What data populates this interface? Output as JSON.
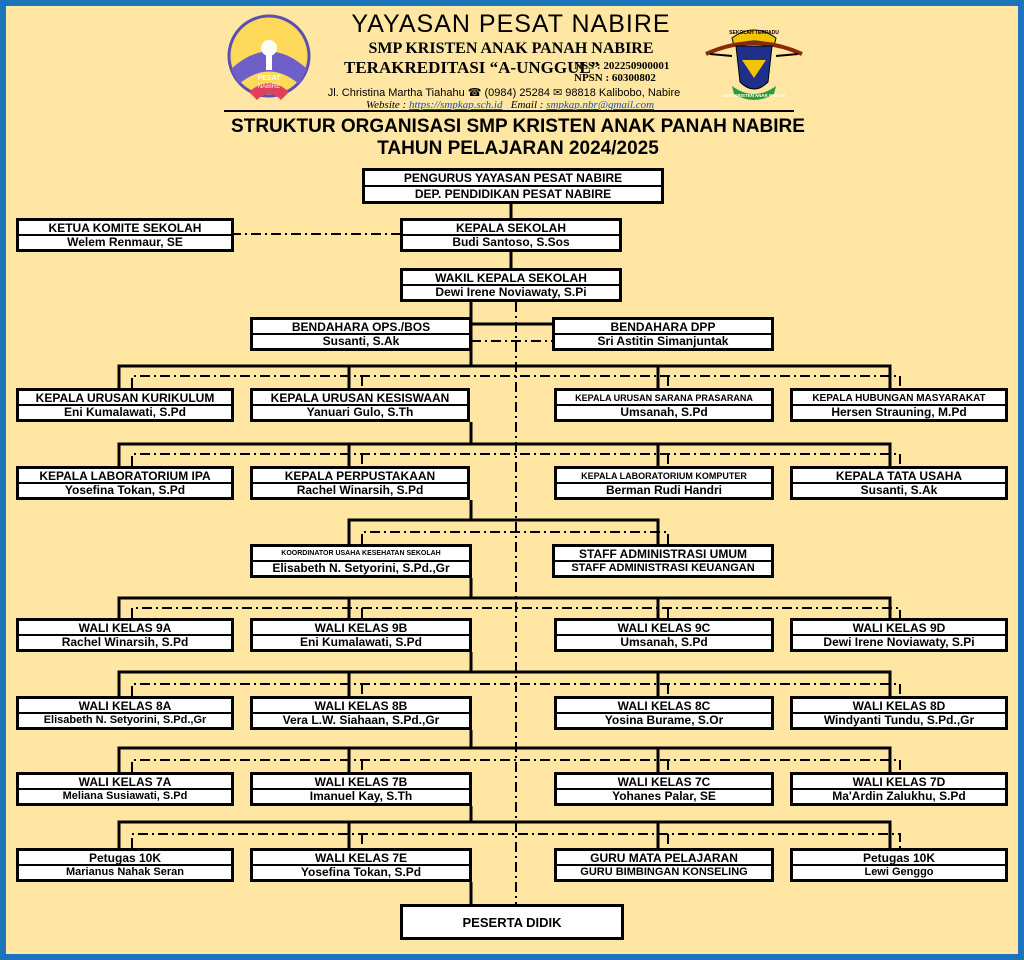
{
  "header": {
    "foundation": "YAYASAN PESAT NABIRE",
    "school": "SMP KRISTEN ANAK PANAH NABIRE",
    "accreditation": "TERAKREDITASI “A-UNGGUL”",
    "nss": "NSS  :  202250900001",
    "npsn": "NPSN : 60300802",
    "address": "Jl. Christina Martha Tiahahu ☎ (0984) 25284 ✉ 98818 Kalibobo, Nabire",
    "website_label": "Website : ",
    "website": "https://smpkap.sch.id",
    "email_label": "   Email : ",
    "email": "smpkap.nbr@gmail.com",
    "left_logo_text": "PESAT NABIRE",
    "right_logo_text": "SEKOLAH TERPADU",
    "right_logo_bottom": "SMP KRISTEN ANAK PANAH"
  },
  "title": {
    "line1": "STRUKTUR ORGANISASI SMP KRISTEN ANAK PANAH NABIRE",
    "line2": "TAHUN PELAJARAN 2024/2025"
  },
  "boxes": {
    "yayasan": [
      "PENGURUS YAYASAN PESAT NABIRE",
      "DEP. PENDIDIKAN PESAT NABIRE"
    ],
    "komite": [
      "KETUA KOMITE SEKOLAH",
      "Welem Renmaur, SE"
    ],
    "kepsek": [
      "KEPALA SEKOLAH",
      "Budi Santoso, S.Sos"
    ],
    "wakasek": [
      "WAKIL KEPALA SEKOLAH",
      "Dewi Irene Noviawaty, S.Pi"
    ],
    "bend_bos": [
      "BENDAHARA OPS./BOS",
      "Susanti, S.Ak"
    ],
    "bend_dpp": [
      "BENDAHARA DPP",
      "Sri Astitin Simanjuntak"
    ],
    "kur": [
      "KEPALA URUSAN KURIKULUM",
      "Eni Kumalawati, S.Pd"
    ],
    "kes": [
      "KEPALA URUSAN KESISWAAN",
      "Yanuari Gulo, S.Th"
    ],
    "sarpras": [
      "KEPALA URUSAN SARANA PRASARANA",
      "Umsanah, S.Pd"
    ],
    "humas": [
      "KEPALA HUBUNGAN MASYARAKAT",
      "Hersen Strauning, M.Pd"
    ],
    "labipa": [
      "KEPALA LABORATORIUM IPA",
      "Yosefina Tokan, S.Pd"
    ],
    "perpus": [
      "KEPALA PERPUSTAKAAN",
      "Rachel Winarsih, S.Pd"
    ],
    "labkom": [
      "KEPALA LABORATORIUM KOMPUTER",
      "Berman Rudi Handri"
    ],
    "tu": [
      "KEPALA TATA USAHA",
      "Susanti, S.Ak"
    ],
    "uks": [
      "KOORDINATOR USAHA KESEHATAN SEKOLAH",
      "Elisabeth N. Setyorini, S.Pd.,Gr"
    ],
    "staff": [
      "STAFF ADMINISTRASI UMUM",
      "STAFF ADMINISTRASI KEUANGAN"
    ],
    "w9a": [
      "WALI KELAS 9A",
      "Rachel Winarsih, S.Pd"
    ],
    "w9b": [
      "WALI KELAS 9B",
      "Eni Kumalawati, S.Pd"
    ],
    "w9c": [
      "WALI KELAS 9C",
      "Umsanah, S.Pd"
    ],
    "w9d": [
      "WALI KELAS 9D",
      "Dewi Irene Noviawaty, S.Pi"
    ],
    "w8a": [
      "WALI KELAS 8A",
      "Elisabeth N. Setyorini, S.Pd.,Gr"
    ],
    "w8b": [
      "WALI KELAS 8B",
      "Vera L.W. Siahaan, S.Pd.,Gr"
    ],
    "w8c": [
      "WALI KELAS 8C",
      "Yosina Burame, S.Or"
    ],
    "w8d": [
      "WALI KELAS 8D",
      "Windyanti Tundu, S.Pd.,Gr"
    ],
    "w7a": [
      "WALI KELAS 7A",
      "Meliana Susiawati, S.Pd"
    ],
    "w7b": [
      "WALI KELAS 7B",
      "Imanuel Kay, S.Th"
    ],
    "w7c": [
      "WALI KELAS 7C",
      "Yohanes Palar, SE"
    ],
    "w7d": [
      "WALI KELAS 7D",
      "Ma'Ardin Zalukhu, S.Pd"
    ],
    "p10a": [
      "Petugas 10K",
      "Marianus Nahak Seran"
    ],
    "w7e": [
      "WALI KELAS 7E",
      "Yosefina Tokan, S.Pd"
    ],
    "guru": [
      "GURU MATA PELAJARAN",
      "GURU BIMBINGAN KONSELING"
    ],
    "p10b": [
      "Petugas 10K",
      "Lewi Genggo"
    ],
    "peserta": [
      "PESERTA DIDIK"
    ]
  },
  "colors": {
    "background": "#ffe6a3",
    "frame": "#1e73be",
    "box_border": "#000000",
    "box_fill": "#ffffff"
  }
}
